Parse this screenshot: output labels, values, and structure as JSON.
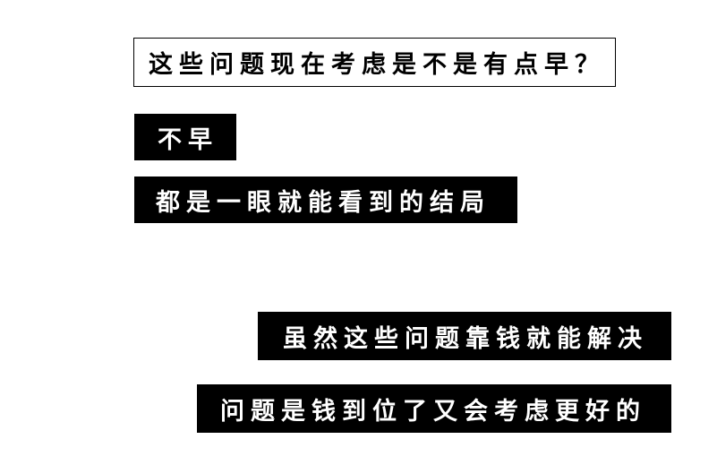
{
  "question": "这些问题现在考虑是不是有点早？",
  "answers": [
    "不早",
    "都是一眼就能看到的结局",
    "虽然这些问题靠钱就能解决",
    "问题是钱到位了又会考虑更好的"
  ],
  "colors": {
    "background": "#ffffff",
    "banner_fill": "#000000",
    "banner_text": "#ffffff",
    "question_text": "#000000"
  }
}
